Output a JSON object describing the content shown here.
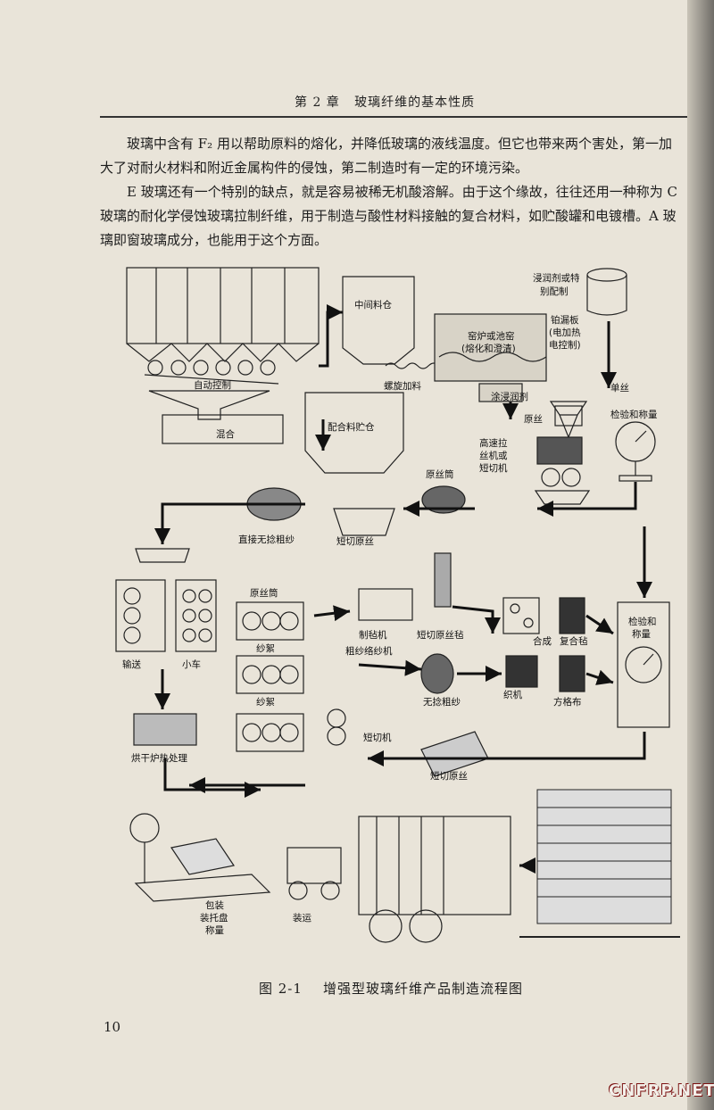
{
  "header": {
    "chapter": "第 2 章",
    "title": "玻璃纤维的基本性质"
  },
  "paragraphs": [
    "玻璃中含有 F₂ 用以帮助原料的熔化，并降低玻璃的液线温度。但它也带来两个害处，第一加大了对耐火材料和附近金属构件的侵蚀，第二制造时有一定的环境污染。",
    "E 玻璃还有一个特别的缺点，就是容易被稀无机酸溶解。由于这个缘故，往往还用一种称为 C 玻璃的耐化学侵蚀玻璃拉制纤维，用于制造与酸性材料接触的复合材料，如贮酸罐和电镀槽。A 玻璃即窗玻璃成分，也能用于这个方面。"
  ],
  "figure": {
    "labels": {
      "auto_control": "自动控制",
      "mixing": "混合",
      "middle_bin": "中间料仓",
      "batch_bin": "配合料贮仓",
      "screw_feed": "螺旋加料",
      "furnace_1": "窑炉或池窑",
      "furnace_2": "(熔化和澄清)",
      "sizing_1": "浸润剂或特",
      "sizing_2": "别配制",
      "bushing_1": "铂漏板",
      "bushing_2": "(电加热",
      "bushing_3": "电控制)",
      "single_fiber": "单丝",
      "coating": "涂浸润剂",
      "strand": "原丝",
      "inspect_weigh_1": "检验和称量",
      "winder_1": "高速拉",
      "winder_2": "丝机或",
      "winder_3": "短切机",
      "cake": "原丝筒",
      "chopped_1": "短切原丝",
      "direct_roving": "直接无捻粗纱",
      "conveyor": "输送",
      "trolley": "小车",
      "cake_2": "原丝筒",
      "mat_machine": "制毡机",
      "chopped_mat": "短切原丝毡",
      "roving_winder": "粗纱络纱机",
      "combine": "合成",
      "composite_mat": "复合毡",
      "strand_bundle_1": "纱絮",
      "strand_bundle_2": "纱絮",
      "roving": "无捻粗纱",
      "loom": "织机",
      "woven_roving": "方格布",
      "inspect_weigh_2a": "检验和",
      "inspect_weigh_2b": "称量",
      "oven": "烘干炉热处理",
      "chopper": "短切机",
      "chopped_2": "短切原丝",
      "pack_1": "包装",
      "pack_2": "装托盘",
      "pack_3": "称量",
      "transport": "装运"
    }
  },
  "caption": {
    "number": "图 2-1",
    "text": "增强型玻璃纤维产品制造流程图"
  },
  "page_number": "10",
  "watermark": "CNFRP.NET"
}
